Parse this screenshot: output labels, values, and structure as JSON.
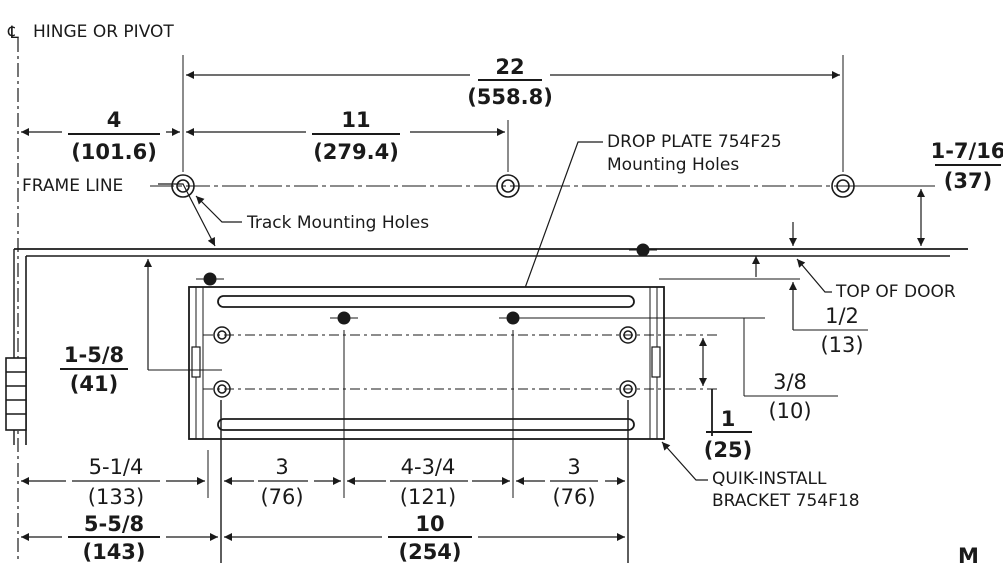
{
  "labels": {
    "hinge_pivot": "HINGE OR PIVOT",
    "centerline_symbol": "℄",
    "frame_line": "FRAME LINE",
    "track_mounting_holes": "Track Mounting Holes",
    "drop_plate_line1": "DROP PLATE 754F25",
    "drop_plate_line2": "Mounting Holes",
    "top_of_door": "TOP OF DOOR",
    "quik_install_line1": "QUIK-INSTALL",
    "quik_install_line2": "BRACKET 754F18",
    "corner_mark": "M"
  },
  "dimensions": {
    "d22": {
      "in": "22",
      "mm": "(558.8)"
    },
    "d4": {
      "in": "4",
      "mm": "(101.6)"
    },
    "d11": {
      "in": "11",
      "mm": "(279.4)"
    },
    "d1_7_16": {
      "in": "1-7/16",
      "mm": "(37)"
    },
    "d1_5_8": {
      "in": "1-5/8",
      "mm": "(41)"
    },
    "d1_2": {
      "in": "1/2",
      "mm": "(13)"
    },
    "d3_8": {
      "in": "3/8",
      "mm": "(10)"
    },
    "d1": {
      "in": "1",
      "mm": "(25)"
    },
    "d5_1_4": {
      "in": "5-1/4",
      "mm": "(133)"
    },
    "d3a": {
      "in": "3",
      "mm": "(76)"
    },
    "d4_3_4": {
      "in": "4-3/4",
      "mm": "(121)"
    },
    "d3b": {
      "in": "3",
      "mm": "(76)"
    },
    "d5_5_8": {
      "in": "5-5/8",
      "mm": "(143)"
    },
    "d10": {
      "in": "10",
      "mm": "(254)"
    }
  }
}
